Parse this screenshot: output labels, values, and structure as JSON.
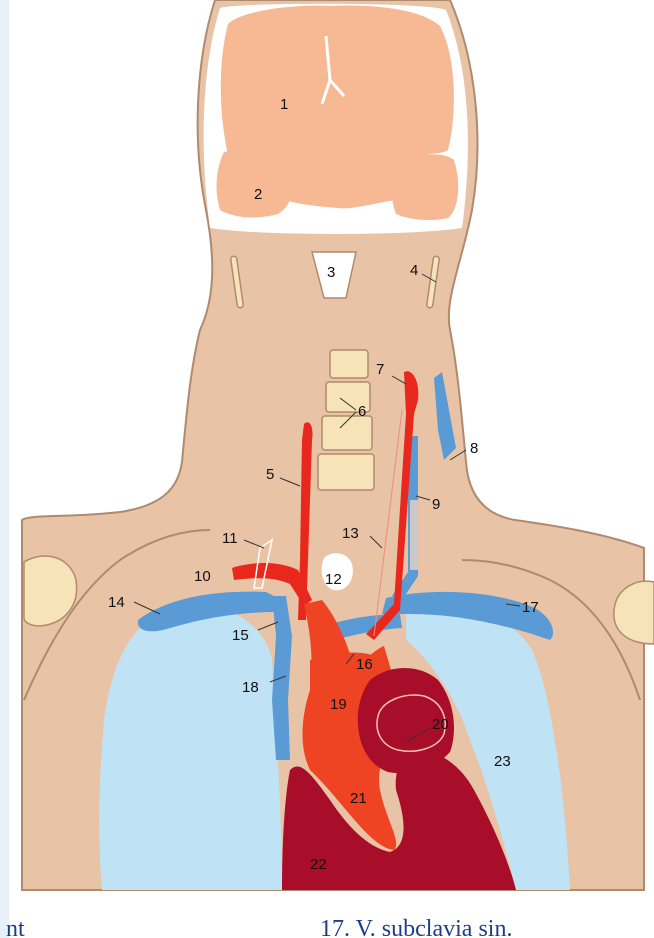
{
  "diagram": {
    "labels": {
      "l1": "1",
      "l2": "2",
      "l3": "3",
      "l4": "4",
      "l5": "5",
      "l6": "6",
      "l7": "7",
      "l8": "8",
      "l9": "9",
      "l10": "10",
      "l11": "11",
      "l12": "12",
      "l13": "13",
      "l14": "14",
      "l15": "15",
      "l16": "16",
      "l17": "17",
      "l18": "18",
      "l19": "19",
      "l20": "20",
      "l21": "21",
      "l22": "22",
      "l23": "23"
    },
    "colors": {
      "background": "#ffffff",
      "skin": "#e9c3a5",
      "skin_outline": "#b08a6e",
      "brain": "#f6b993",
      "bone": "#f7e3b8",
      "lung": "#bfe3f5",
      "vein": "#5b9bd5",
      "artery": "#e8281c",
      "aorta": "#ef4423",
      "heart": "#a80d2a",
      "white": "#ffffff"
    }
  },
  "captions": {
    "left": "nt",
    "right": "17. V. subclavia sin."
  }
}
